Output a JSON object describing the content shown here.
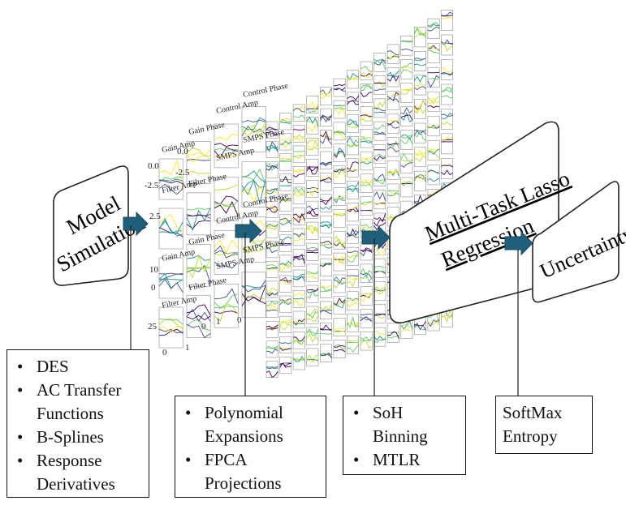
{
  "pipeline": {
    "model_simulation": [
      "Model",
      "Simulation"
    ],
    "regression": [
      "Multi-Task Lasso",
      "Regression"
    ],
    "uncertainty": "Uncertainty"
  },
  "plot_panel_labels": {
    "small_grid": [
      "Gain Amp",
      "Gain Phase",
      "Control Amp",
      "Control Phase",
      "Filter Amp",
      "Filter Phase",
      "SMPS Amp",
      "SMPS Phase"
    ],
    "tick_values": [
      "0.0",
      "-2.5",
      "2.5",
      "10",
      "0",
      "1",
      "25"
    ]
  },
  "notes": {
    "simulation_features": [
      "DES",
      "AC Transfer Functions",
      "B-Splines",
      "Response Derivatives"
    ],
    "transform_features": [
      "Polynomial Expansions",
      "FPCA Projections"
    ],
    "regression_features": [
      "SoH Binning",
      "MTLR"
    ],
    "uncertainty_features": [
      "SoftMax",
      "Entropy"
    ]
  },
  "colors": {
    "arrow": "#1f5f7a",
    "arrow_stroke": "#174a60",
    "curve_palette": [
      "#440154",
      "#3b528b",
      "#21918c",
      "#5ec962",
      "#b5de2b",
      "#fde725"
    ]
  }
}
